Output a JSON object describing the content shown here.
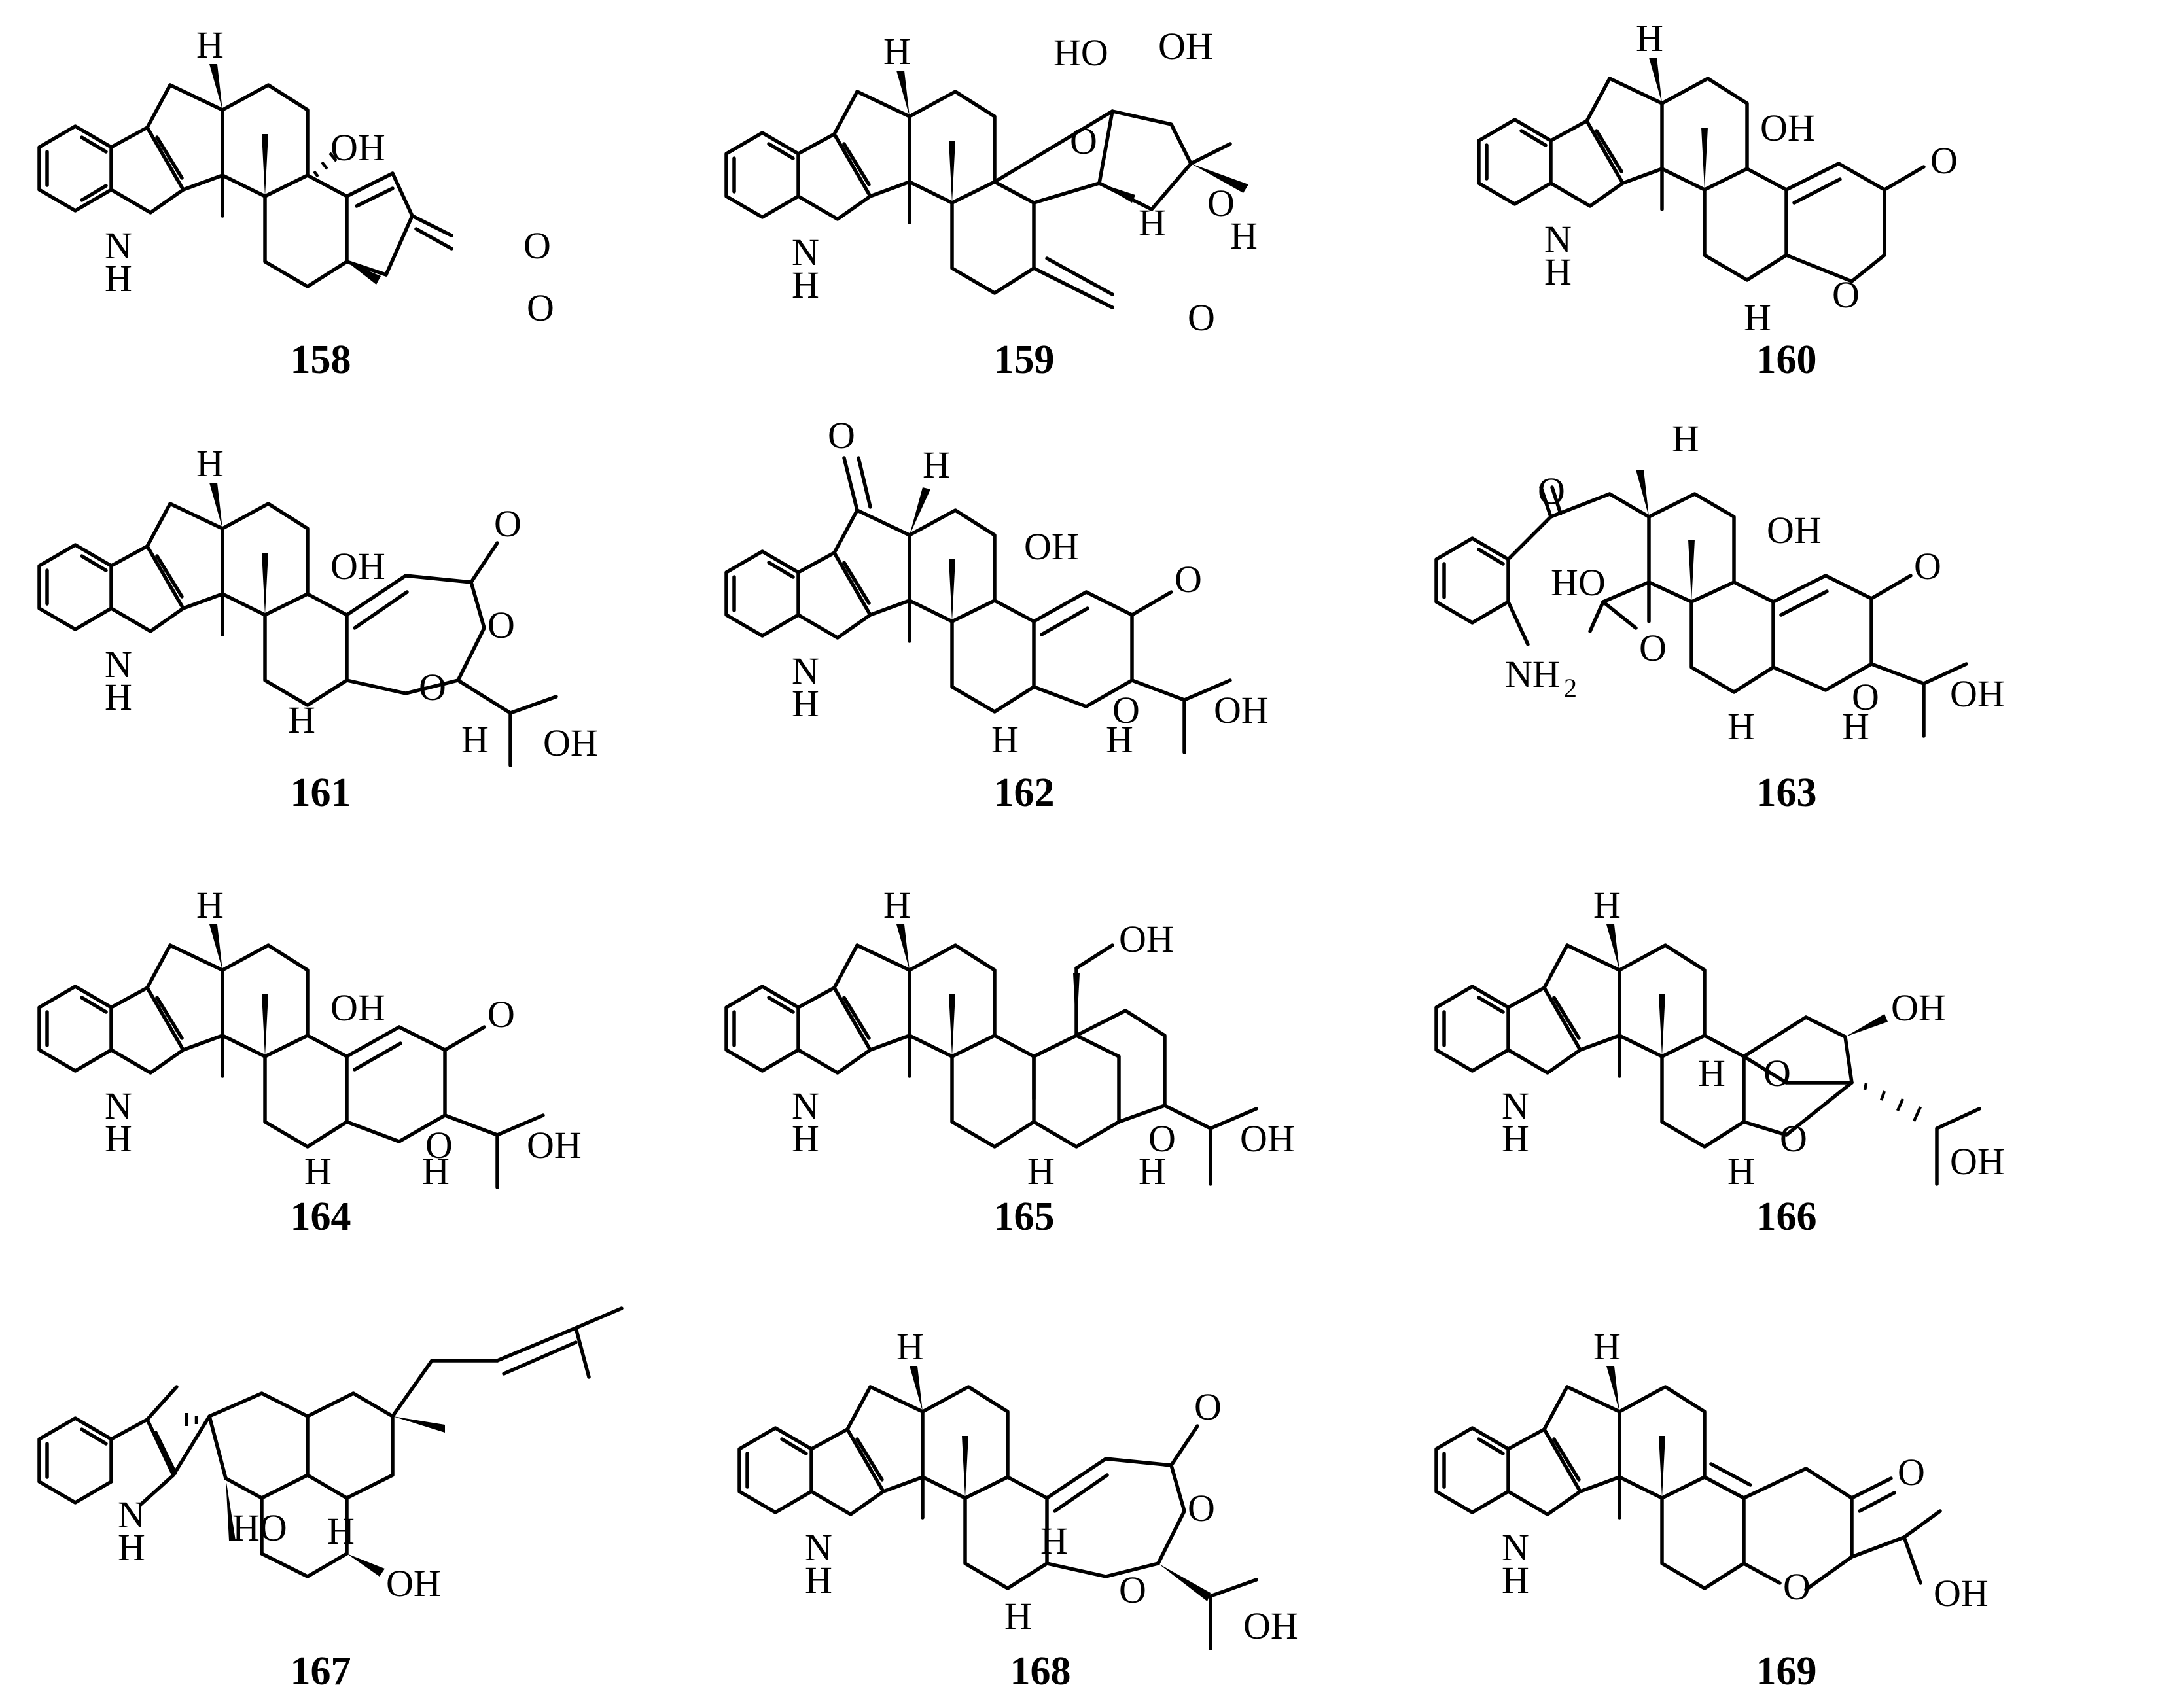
{
  "compounds": [
    {
      "id": "158",
      "labels": [
        "H",
        "OH",
        "N",
        "H",
        "O",
        "O"
      ]
    },
    {
      "id": "159",
      "labels": [
        "H",
        "HO",
        "OH",
        "O",
        "O",
        "N",
        "H",
        "H",
        "H",
        "O"
      ]
    },
    {
      "id": "160",
      "labels": [
        "H",
        "OH",
        "O",
        "N",
        "H",
        "O",
        "H"
      ]
    },
    {
      "id": "161",
      "labels": [
        "H",
        "OH",
        "O",
        "O",
        "N",
        "H",
        "O",
        "H",
        "H",
        "OH"
      ]
    },
    {
      "id": "162",
      "labels": [
        "O",
        "H",
        "OH",
        "O",
        "N",
        "H",
        "O",
        "H",
        "H",
        "OH"
      ]
    },
    {
      "id": "163",
      "labels": [
        "O",
        "H",
        "OH",
        "O",
        "HO",
        "O",
        "NH",
        "2",
        "O",
        "H",
        "H",
        "OH"
      ]
    },
    {
      "id": "164",
      "labels": [
        "H",
        "OH",
        "O",
        "N",
        "H",
        "O",
        "H",
        "H",
        "OH"
      ]
    },
    {
      "id": "165",
      "labels": [
        "H",
        "OH",
        "N",
        "H",
        "O",
        "H",
        "H",
        "OH"
      ]
    },
    {
      "id": "166",
      "labels": [
        "H",
        "OH",
        "O",
        "N",
        "H",
        "H",
        "O",
        "H",
        "OH"
      ]
    },
    {
      "id": "167",
      "labels": [
        "N",
        "H",
        "HO",
        "H",
        "OH"
      ]
    },
    {
      "id": "168",
      "labels": [
        "H",
        "O",
        "O",
        "N",
        "H",
        "H",
        "O",
        "H",
        "OH"
      ]
    },
    {
      "id": "169",
      "labels": [
        "H",
        "O",
        "N",
        "H",
        "O",
        "OH"
      ]
    }
  ]
}
